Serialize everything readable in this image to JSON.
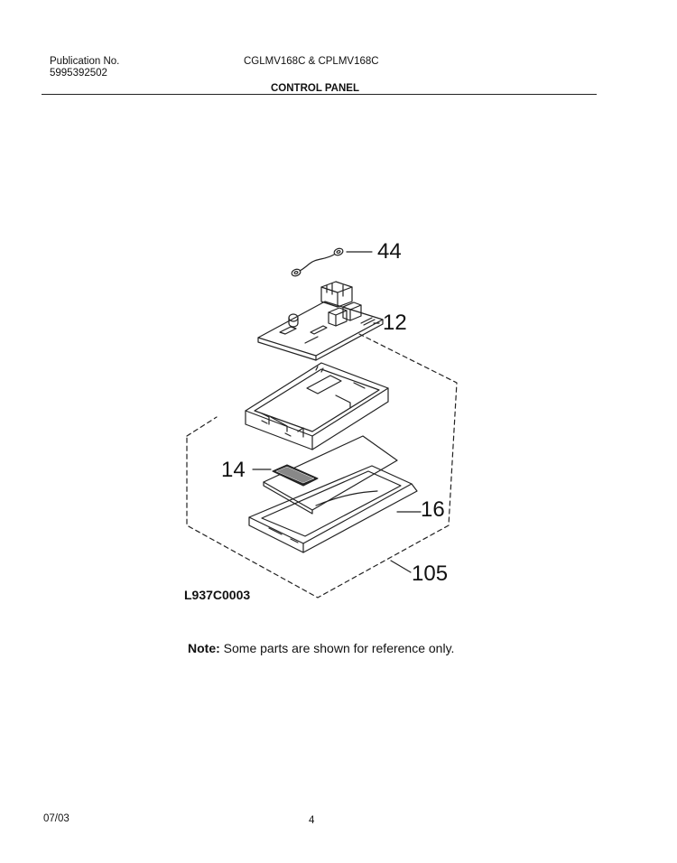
{
  "header": {
    "publication_label": "Publication No.",
    "publication_number": "5995392502",
    "models": "CGLMV168C & CPLMV168C",
    "section_title": "CONTROL PANEL"
  },
  "diagram": {
    "figure_id": "L937C0003",
    "callouts": {
      "c44": "44",
      "c12": "12",
      "c14": "14",
      "c16": "16",
      "c105": "105"
    }
  },
  "note": {
    "label": "Note:",
    "text": "Some parts are shown for reference only."
  },
  "footer": {
    "date": "07/03",
    "page_number": "4"
  }
}
